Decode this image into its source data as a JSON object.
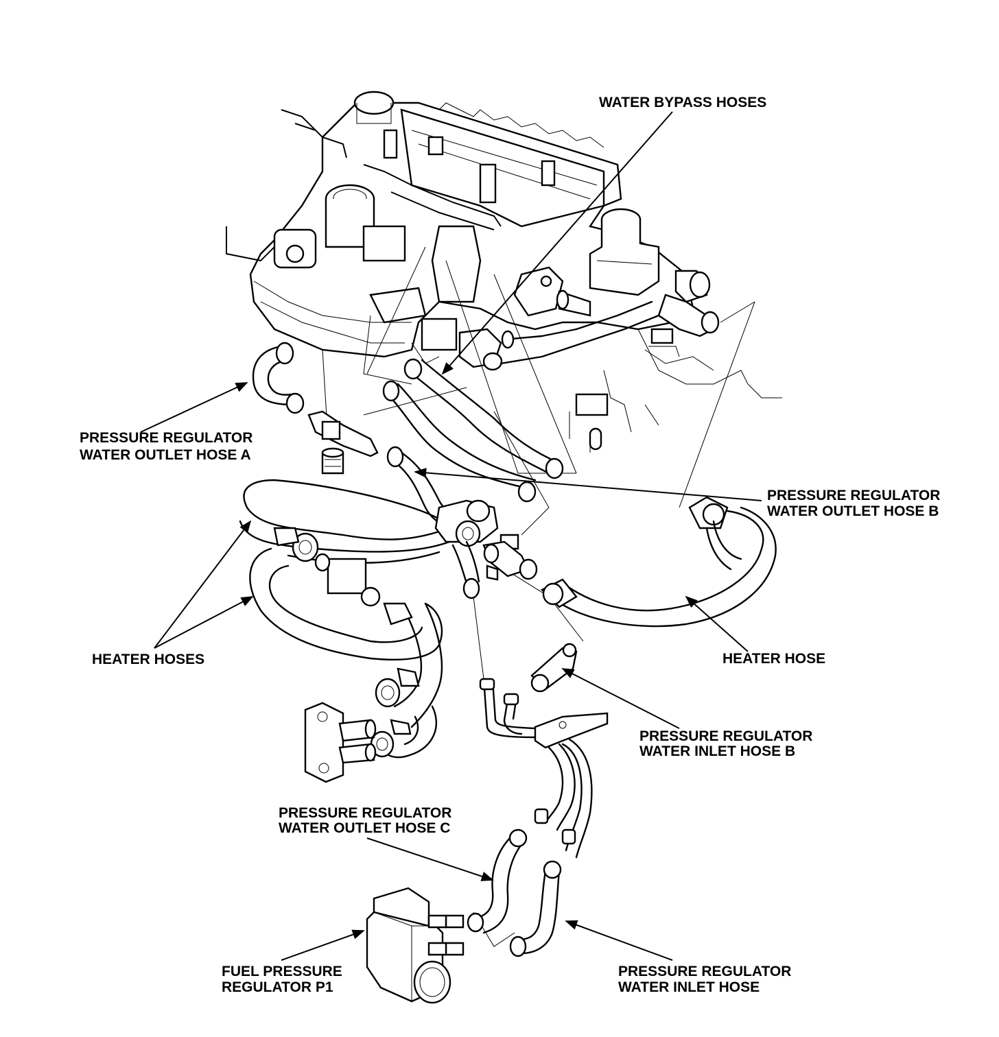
{
  "diagram": {
    "labels": {
      "water_bypass_hoses": "WATER BYPASS HOSES",
      "outlet_hose_a": [
        "PRESSURE REGULATOR",
        "WATER OUTLET HOSE A"
      ],
      "outlet_hose_b": [
        "PRESSURE REGULATOR",
        "WATER OUTLET HOSE B"
      ],
      "heater_hoses": "HEATER HOSES",
      "heater_hose": "HEATER HOSE",
      "inlet_hose_b": [
        "PRESSURE REGULATOR",
        "WATER INLET HOSE B"
      ],
      "outlet_hose_c": [
        "PRESSURE REGULATOR",
        "WATER OUTLET HOSE C"
      ],
      "fuel_pressure_regulator": [
        "FUEL PRESSURE",
        "REGULATOR P1"
      ],
      "inlet_hose": [
        "PRESSURE REGULATOR",
        "WATER INLET HOSE"
      ]
    }
  }
}
